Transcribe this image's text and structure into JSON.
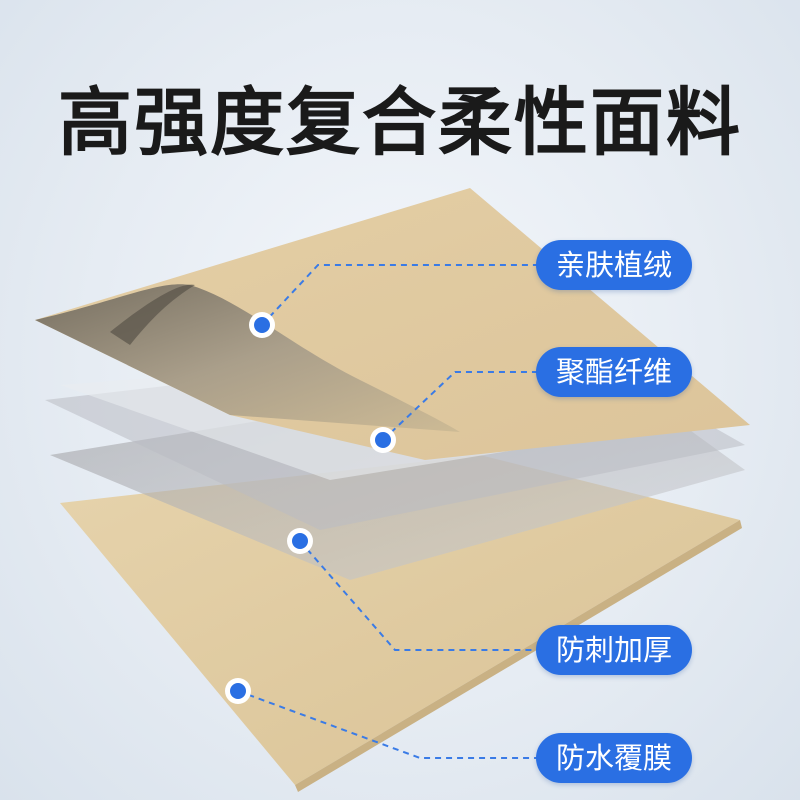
{
  "title": "高强度复合柔性面料",
  "layers": [
    {
      "label": "亲肤植绒"
    },
    {
      "label": "聚酯纤维"
    },
    {
      "label": "防刺加厚"
    },
    {
      "label": "防水覆膜"
    }
  ],
  "colors": {
    "accent": "#2a6fe3",
    "fabric": "#ddc79f",
    "title": "#1a1a1a"
  }
}
